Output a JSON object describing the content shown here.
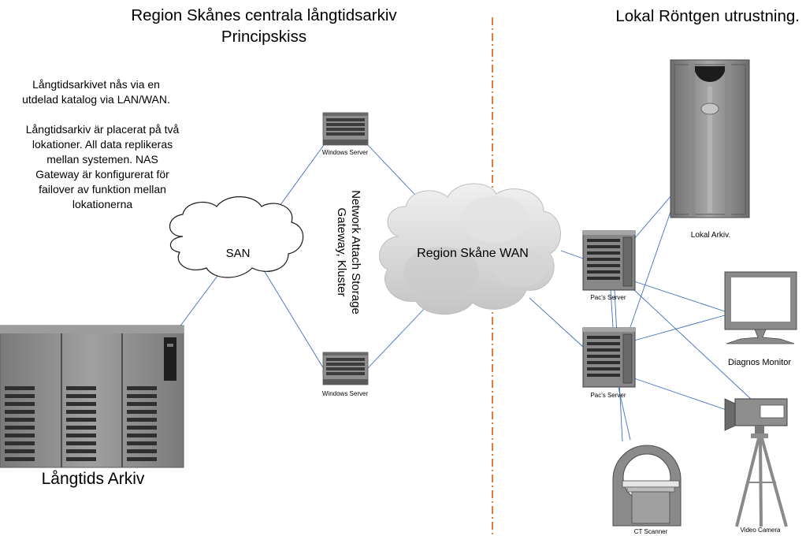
{
  "titles": {
    "left_line1": "Region Skånes centrala långtidsarkiv",
    "left_line2": "Principskiss",
    "right": "Lokal Röntgen utrustning."
  },
  "notes": {
    "lines": [
      "Långtidsarkivet nås via en",
      "utdelad katalog via LAN/WAN.",
      "",
      "Långtidsarkiv är placerat på två",
      "lokationer. All data replikeras",
      "mellan systemen. NAS",
      "Gateway är konfigurerat för",
      "failover av funktion mellan",
      "lokationerna"
    ]
  },
  "nodes": {
    "san": "SAN",
    "wan": "Region Skåne WAN",
    "windows_server_top": "Windows Server",
    "windows_server_bottom": "Windows Server",
    "nas_line1": "Network Attach Storage",
    "nas_line2": "Gateway, Kluster",
    "archive": "Långtids Arkiv",
    "local_archive": "Lokal Arkiv.",
    "pacs_top": "Pac's Server",
    "pacs_bottom": "Pac's Server",
    "monitor": "Diagnos Monitor",
    "camera": "Video Camera",
    "ct": "CT Scanner"
  },
  "colors": {
    "link": "#3f6fbf",
    "divider": "#e07b39",
    "equipment": "#8c8c8c",
    "equipment_dark": "#4a4a4a",
    "cloud_fill": "#d6d6d6"
  }
}
